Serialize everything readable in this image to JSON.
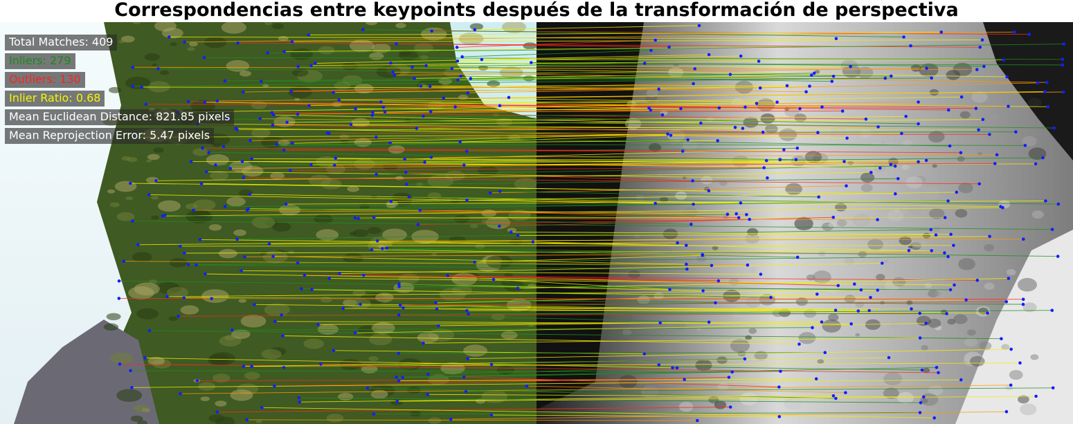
{
  "title": "Correspondencias entre keypoints después de la transformación de perspectiva",
  "stats": [
    {
      "label": "Total Matches: 409",
      "color": "#ffffff"
    },
    {
      "label": "Inliers: 279",
      "color": "#1a8a1a"
    },
    {
      "label": "Outliers: 130",
      "color": "#ff2020"
    },
    {
      "label": "Inlier Ratio: 0.68",
      "color": "#f5f500"
    },
    {
      "label": "Mean Euclidean Distance: 821.85 pixels",
      "color": "#ffffff"
    },
    {
      "label": "Mean Reprojection Error: 5.47 pixels",
      "color": "#ffffff"
    }
  ],
  "colors": {
    "inlier_line": "#1f8f1f",
    "outlier_line": "#ff2a1a",
    "highlight_line": "#f2ee00",
    "orange_line": "#ff9a00",
    "keypoint": "#1020ff",
    "left_foliage": "#3f5a22",
    "left_sky": "#eef6f8",
    "right_bg": "#8e8e8e"
  }
}
